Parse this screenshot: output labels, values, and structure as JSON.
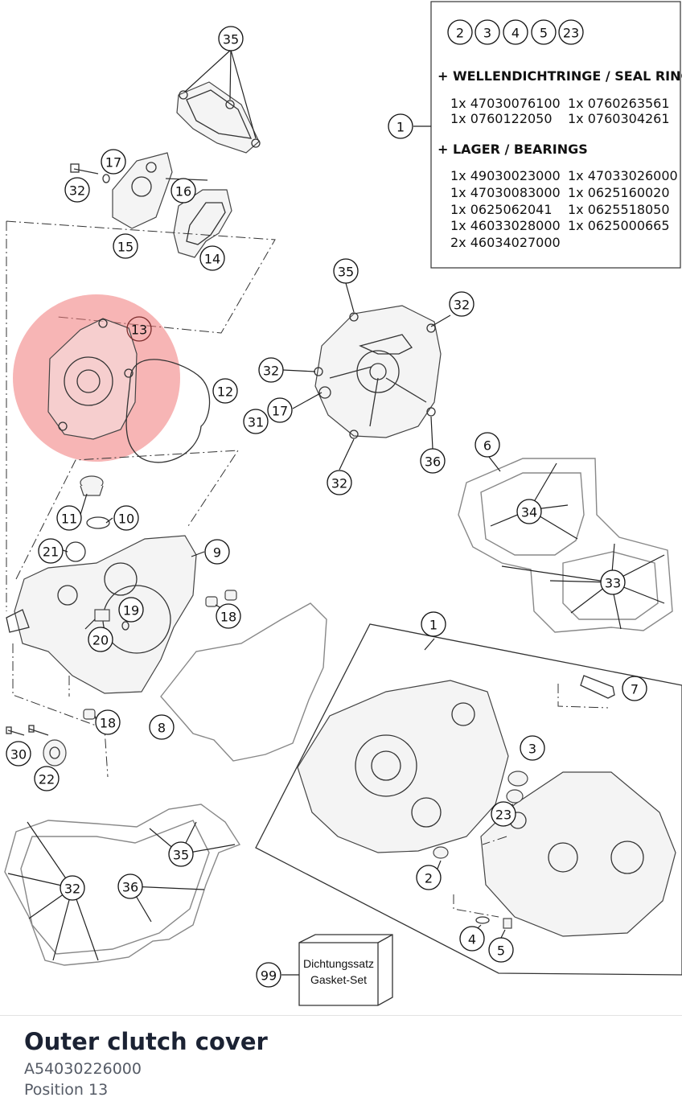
{
  "info_box": {
    "circles": [
      "2",
      "3",
      "4",
      "5",
      "23"
    ],
    "seal_heading": "+ WELLENDICHTRINGE / SEAL RING",
    "seal_rows": [
      [
        "1x 47030076100",
        "1x 0760263561"
      ],
      [
        "1x 0760122050",
        "1x 0760304261"
      ]
    ],
    "bearing_heading": "+ LAGER / BEARINGS",
    "bearing_rows": [
      [
        "1x 49030023000",
        "1x 47033026000"
      ],
      [
        "1x 47030083000",
        "1x 0625160020"
      ],
      [
        "1x 0625062041",
        "1x 0625518050"
      ],
      [
        "1x 46033028000",
        "1x 0625000665"
      ],
      [
        "2x 46034027000",
        ""
      ]
    ],
    "ref": "1"
  },
  "callouts": [
    "35",
    "17",
    "32",
    "16",
    "15",
    "14",
    "13",
    "12",
    "35",
    "32",
    "32",
    "17",
    "31",
    "36",
    "32",
    "6",
    "34",
    "33",
    "11",
    "10",
    "21",
    "9",
    "19",
    "20",
    "18",
    "18",
    "8",
    "1",
    "7",
    "3",
    "23",
    "2",
    "4",
    "5",
    "30",
    "22",
    "35",
    "32",
    "36",
    "99"
  ],
  "gasket_set": {
    "label_de": "Dichtungssatz",
    "label_en": "Gasket-Set"
  },
  "highlight_color": "#f07878",
  "part": {
    "name": "Outer clutch cover",
    "number": "A54030226000",
    "position": "Position 13"
  }
}
